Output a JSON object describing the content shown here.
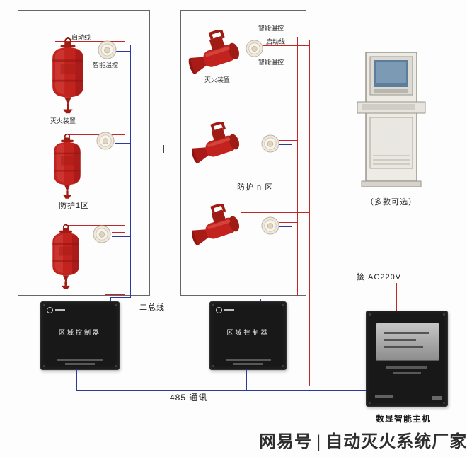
{
  "zone1": {
    "title": "防护1区",
    "labels": {
      "start_line": "启动线",
      "temp_control": "智能温控",
      "extinguisher": "灭火装置"
    }
  },
  "zoneN": {
    "title": "防护 n 区",
    "labels": {
      "temp_control_top": "智能温控",
      "start_line": "启动线",
      "temp_control_mid": "智能温控",
      "extinguisher": "灭火装置"
    }
  },
  "computer": {
    "caption": "（多款可选）"
  },
  "connections": {
    "bus2": "二总线",
    "comm485": "485 通讯",
    "power": "接 AC220V"
  },
  "controllers": {
    "zone1_label": "区域控制器",
    "zoneN_label": "区域控制器"
  },
  "host": {
    "caption": "数显智能主机"
  },
  "watermark": {
    "brand": "网易号",
    "divider": "|",
    "text": "自动灭火系统厂家"
  },
  "colors": {
    "wire_red": "#c22727",
    "wire_blue": "#2b3a9e",
    "device_red": "#c2231f"
  }
}
